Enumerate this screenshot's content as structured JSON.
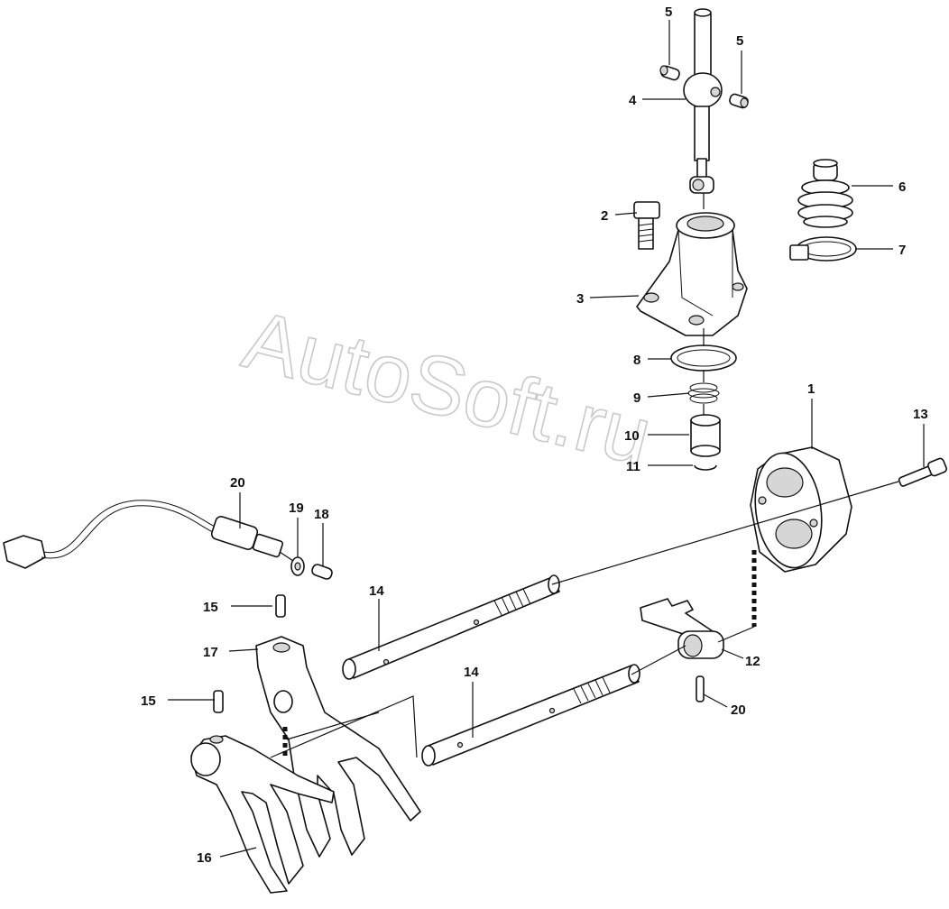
{
  "watermark": "AutoSoft.ru",
  "callouts": {
    "c1": "1",
    "c2": "2",
    "c3": "3",
    "c4": "4",
    "c5a": "5",
    "c5b": "5",
    "c6": "6",
    "c7": "7",
    "c8": "8",
    "c9": "9",
    "c10": "10",
    "c11": "11",
    "c12": "12",
    "c13": "13",
    "c14a": "14",
    "c14b": "14",
    "c15a": "15",
    "c15b": "15",
    "c16": "16",
    "c17": "17",
    "c18": "18",
    "c19": "19",
    "c20a": "20",
    "c20b": "20"
  }
}
